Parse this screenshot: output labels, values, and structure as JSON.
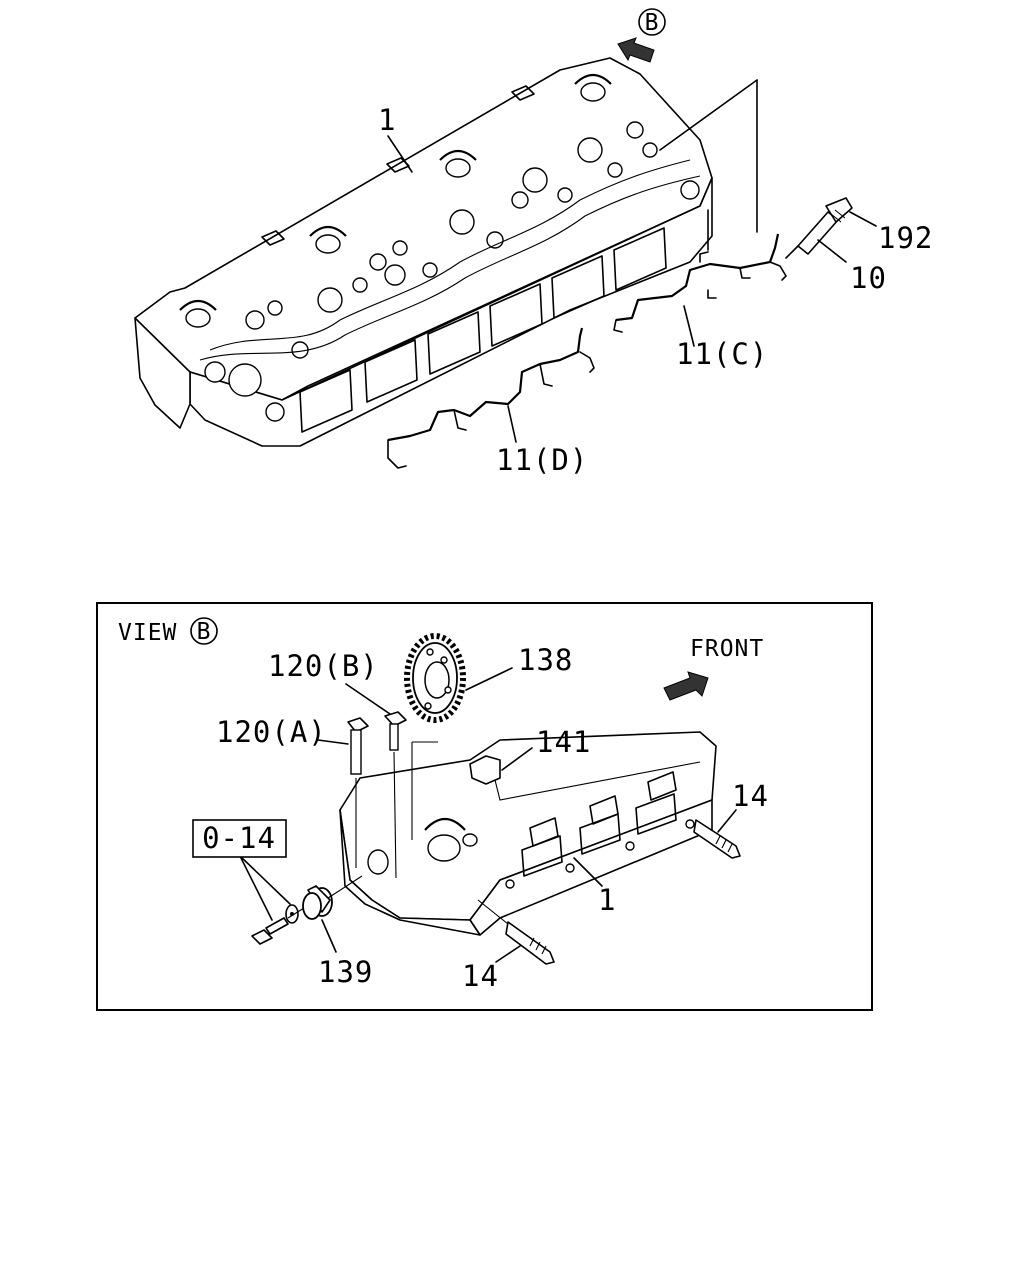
{
  "figure": {
    "view_marker": "B",
    "inset_title": "VIEW",
    "front_label": "FRONT",
    "ref_box_label": "0-14",
    "callouts": {
      "c1_top": "1",
      "c192": "192",
      "c10": "10",
      "c11c": "11(C)",
      "c11d": "11(D)",
      "c120b": "120(B)",
      "c120a": "120(A)",
      "c138": "138",
      "c141": "141",
      "c14_right": "14",
      "c1_inset": "1",
      "c139": "139",
      "c14_bottom": "14"
    }
  }
}
